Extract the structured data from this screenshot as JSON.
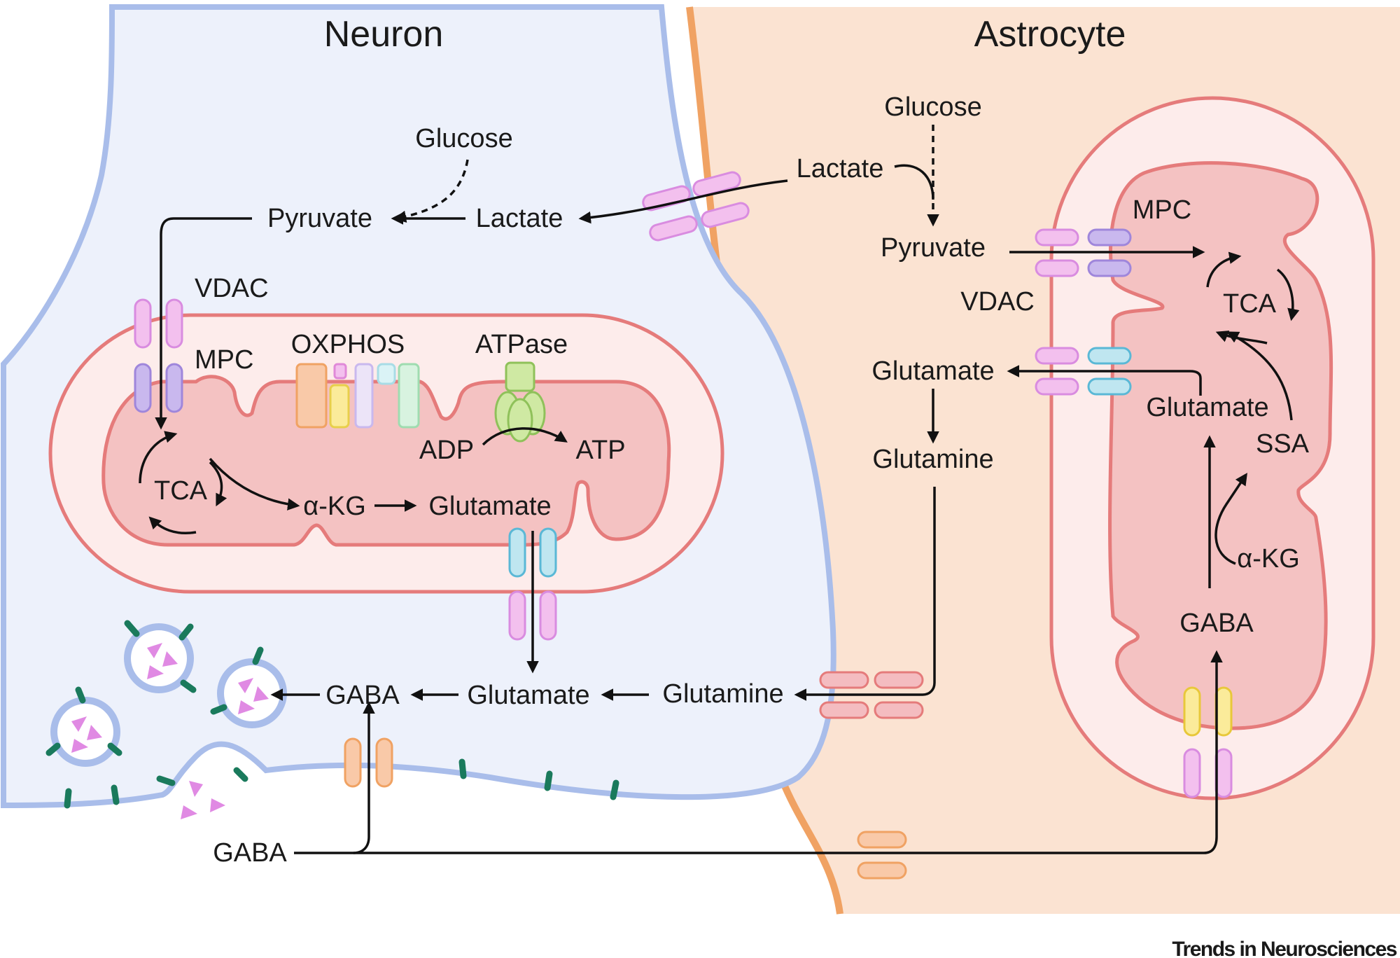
{
  "titles": {
    "neuron": "Neuron",
    "astrocyte": "Astrocyte"
  },
  "neuron": {
    "glucose": "Glucose",
    "pyruvate": "Pyruvate",
    "lactate": "Lactate",
    "vdac": "VDAC",
    "mpc": "MPC",
    "oxphos": "OXPHOS",
    "atpase": "ATPase",
    "adp": "ADP",
    "atp": "ATP",
    "tca": "TCA",
    "akg": "α-KG",
    "glutamate_mito": "Glutamate",
    "glutamate": "Glutamate",
    "gaba": "GABA",
    "glutamine": "Glutamine",
    "gaba_cleft": "GABA"
  },
  "astrocyte": {
    "glucose": "Glucose",
    "lactate": "Lactate",
    "pyruvate": "Pyruvate",
    "mpc": "MPC",
    "vdac": "VDAC",
    "tca": "TCA",
    "glutamate": "Glutamate",
    "glutamine": "Glutamine",
    "glutamate_mito": "Glutamate",
    "ssa": "SSA",
    "akg": "α-KG",
    "gaba": "GABA"
  },
  "footer": {
    "journal": "Trends in Neurosciences"
  },
  "colors": {
    "neuron_fill": "#edf1fb",
    "neuron_border": "#a9bdea",
    "astrocyte_fill": "#fbe3d2",
    "astrocyte_border": "#f0a263",
    "mito_outer": "#fdeceb",
    "mito_inner": "#f4c2c2",
    "mito_stroke": "#e57b7b",
    "vdac": "#f3c0ee",
    "mpc": "#c9b8ee",
    "transporter_cyan": "#bfe6f0",
    "transporter_pink": "#f4bcc0",
    "transporter_orange": "#f9c9a8",
    "transporter_yellow": "#fbeb9a",
    "receptor": "#1a7a5c",
    "gaba_triangle": "#e08ae3"
  }
}
